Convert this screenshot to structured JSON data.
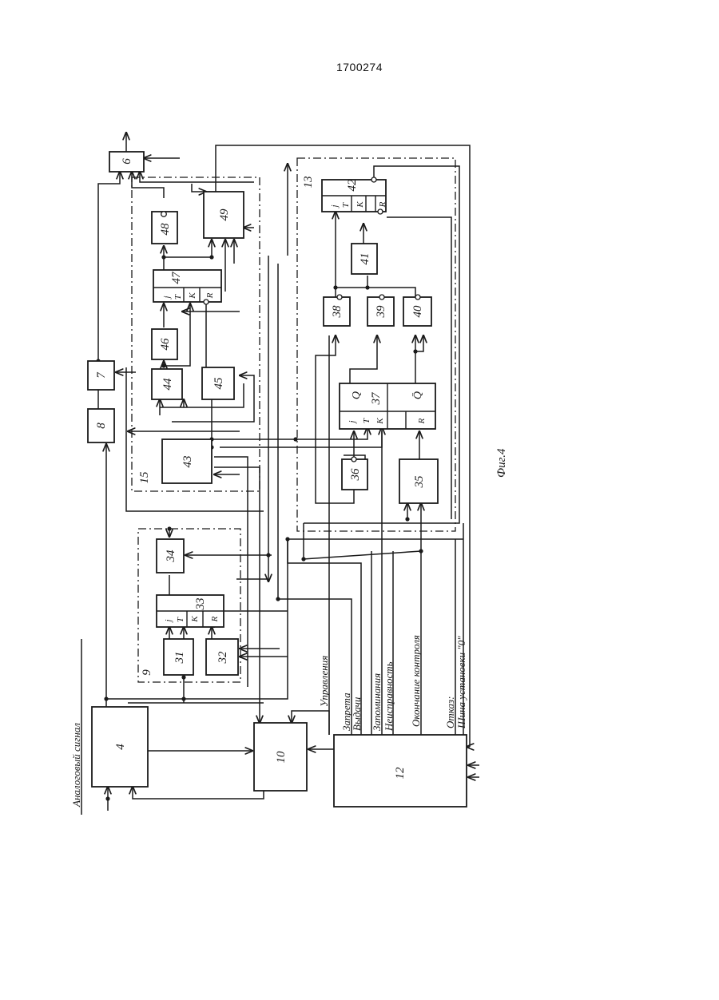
{
  "page": {
    "doc_number": "1700274"
  },
  "figure": {
    "caption": "Фиг.4"
  },
  "input_label": "Аналоговый сигнал",
  "blocks": {
    "b4": "4",
    "b6": "6",
    "b7": "7",
    "b8": "8",
    "b9": "9",
    "b10": "10",
    "b12": "12",
    "b13": "13",
    "b15": "15",
    "b31": "31",
    "b32": "32",
    "b33": "33",
    "b34": "34",
    "b35": "35",
    "b36": "36",
    "b37": "37",
    "b38": "38",
    "b39": "39",
    "b40": "40",
    "b41": "41",
    "b42": "42",
    "b43": "43",
    "b44": "44",
    "b45": "45",
    "b46": "46",
    "b47": "47",
    "b48": "48",
    "b49": "49"
  },
  "trigger_pins": {
    "j": "j",
    "t": "T",
    "k": "K",
    "r": "R",
    "q": "Q",
    "q_bar": "Q̄"
  },
  "signal_lines": {
    "upravleniya": "Управления",
    "zapreta": "Запрета",
    "vydachi": "Выдачи",
    "zapominaniya": "Запоминания",
    "neispravnost": "Неисправность",
    "okonchanie_kontrolya": "Окончание контроля",
    "otkaz": "Отказ:",
    "shina_ustanovki": "Шина установки \"0\""
  }
}
